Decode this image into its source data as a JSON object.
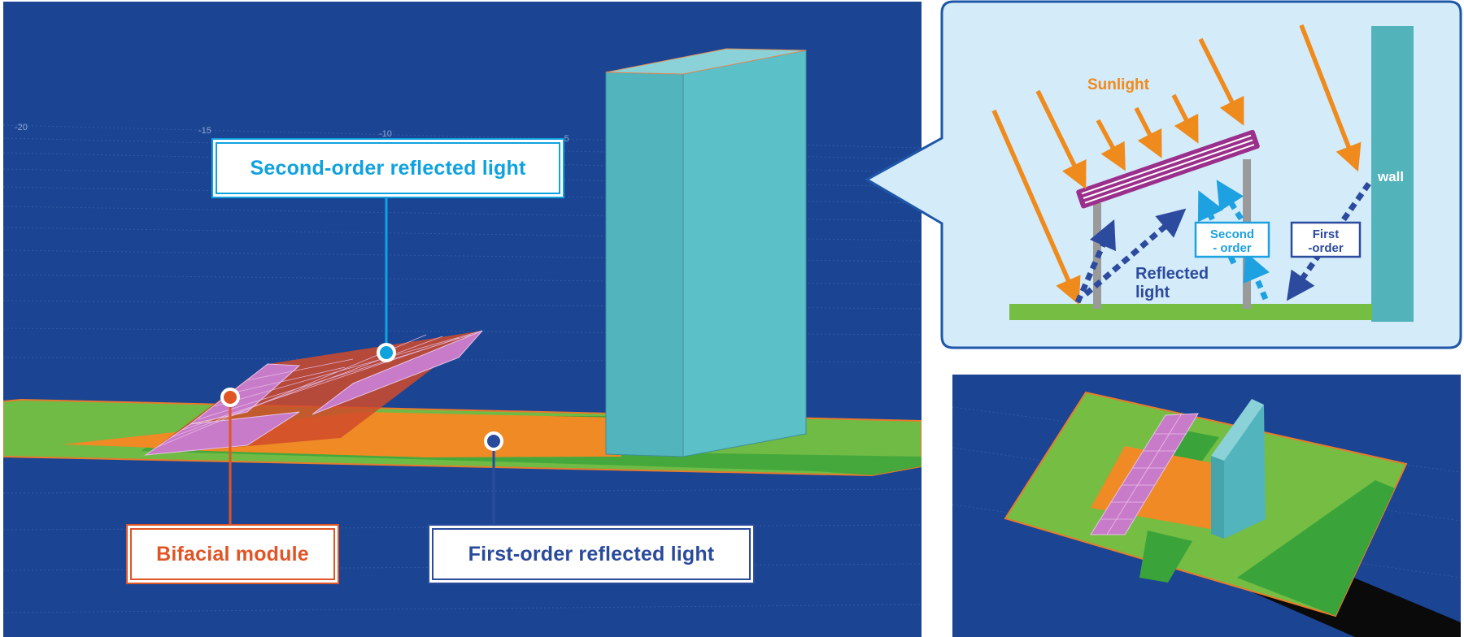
{
  "scene": {
    "axis_ticks": [
      "-20",
      "-15",
      "-10",
      "-5"
    ],
    "callouts": {
      "second_order": "Second-order reflected light",
      "bifacial": "Bifacial module",
      "first_order": "First-order reflected light"
    }
  },
  "inset": {
    "sunlight": "Sunlight",
    "wall": "wall",
    "second_order_l1": "Second",
    "second_order_l2": "- order",
    "first_order_l1": "First",
    "first_order_l2": "-order",
    "reflected_l1": "Reflected",
    "reflected_l2": "light"
  },
  "colors": {
    "background_blue": "#1b4593",
    "inset_bg": "#d4ebf9",
    "sunlight_arrow": "#ef8a1c",
    "first_order": "#2c4a9e",
    "second_order": "#1da1e0",
    "bifacial_label": "#e05526",
    "module_frame": "#9b2f8c",
    "ground_green": "#75bd43",
    "wall_teal": "#52b3bb"
  }
}
